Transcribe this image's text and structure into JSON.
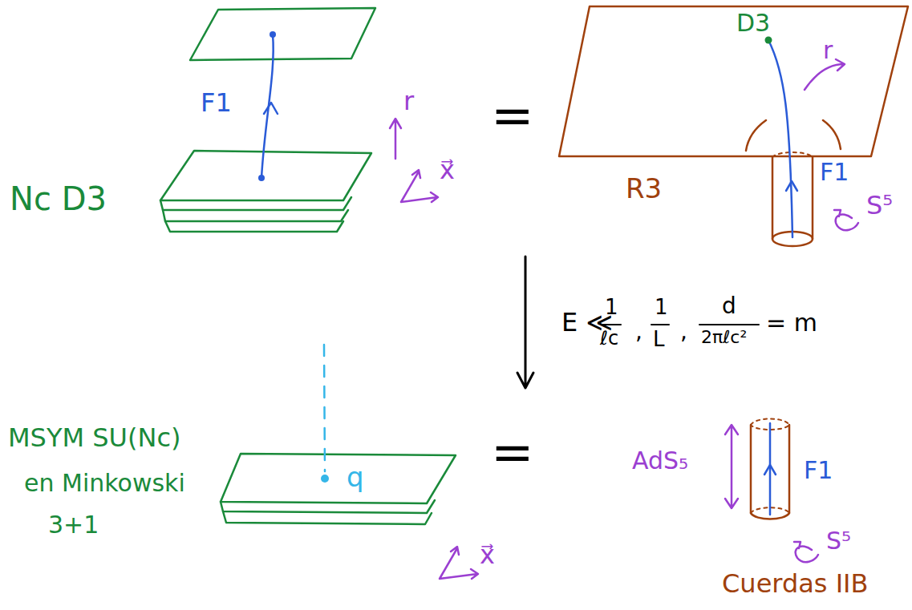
{
  "diagram": {
    "labels": [
      "F1",
      "Nc D3",
      "r",
      "x⃗",
      "=",
      "D3",
      "r",
      "F1",
      "R3",
      "S⁵",
      "E ≪",
      "1",
      "ℓc",
      ",",
      "1",
      "L",
      ",",
      "d",
      "2πℓc²",
      "= m",
      "MSYM SU(Nc)",
      "en Minkowski",
      "3+1",
      "q",
      "=",
      "AdS₅",
      "F1",
      "S⁵",
      "x⃗",
      "Cuerdas IIB"
    ]
  }
}
